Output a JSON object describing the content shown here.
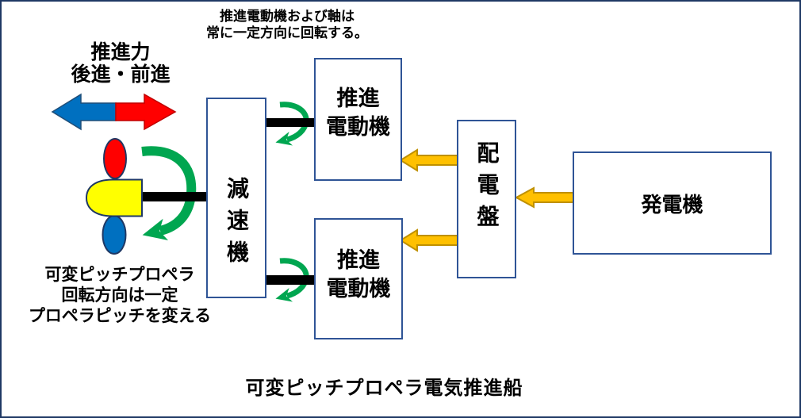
{
  "top_note": {
    "line1": "推進電動機および軸は",
    "line2": "常に一定方向に回転する。"
  },
  "thrust_label": {
    "line1": "推進力",
    "line2": "後進・前進"
  },
  "propeller_note": {
    "line1": "可変ピッチプロペラ",
    "line2": "回転方向は一定",
    "line3": "プロペラピッチを変える"
  },
  "boxes": {
    "gearbox": {
      "label": "減速機"
    },
    "motor_top": {
      "line1": "推進",
      "line2": "電動機"
    },
    "motor_bottom": {
      "line1": "推進",
      "line2": "電動機"
    },
    "switchboard": {
      "label": "配電盤"
    },
    "generator": {
      "label": "発電機"
    }
  },
  "caption": "可変ピッチプロペラ電気推進船",
  "colors": {
    "frame_border": "#1F3864",
    "box_border": "#2F5496",
    "shape_outline": "#1F3864",
    "shaft_black": "#000000",
    "rotation_green": "#00A650",
    "power_fill": "#FFC000",
    "power_stroke": "#BF9000",
    "thrust_red": "#FF0000",
    "thrust_red_stroke": "#C00000",
    "thrust_blue": "#0070C0",
    "thrust_blue_stroke": "#1F4E79",
    "hub_yellow": "#FFFF00",
    "blade_red": "#FF0000",
    "blade_blue": "#0070C0"
  }
}
